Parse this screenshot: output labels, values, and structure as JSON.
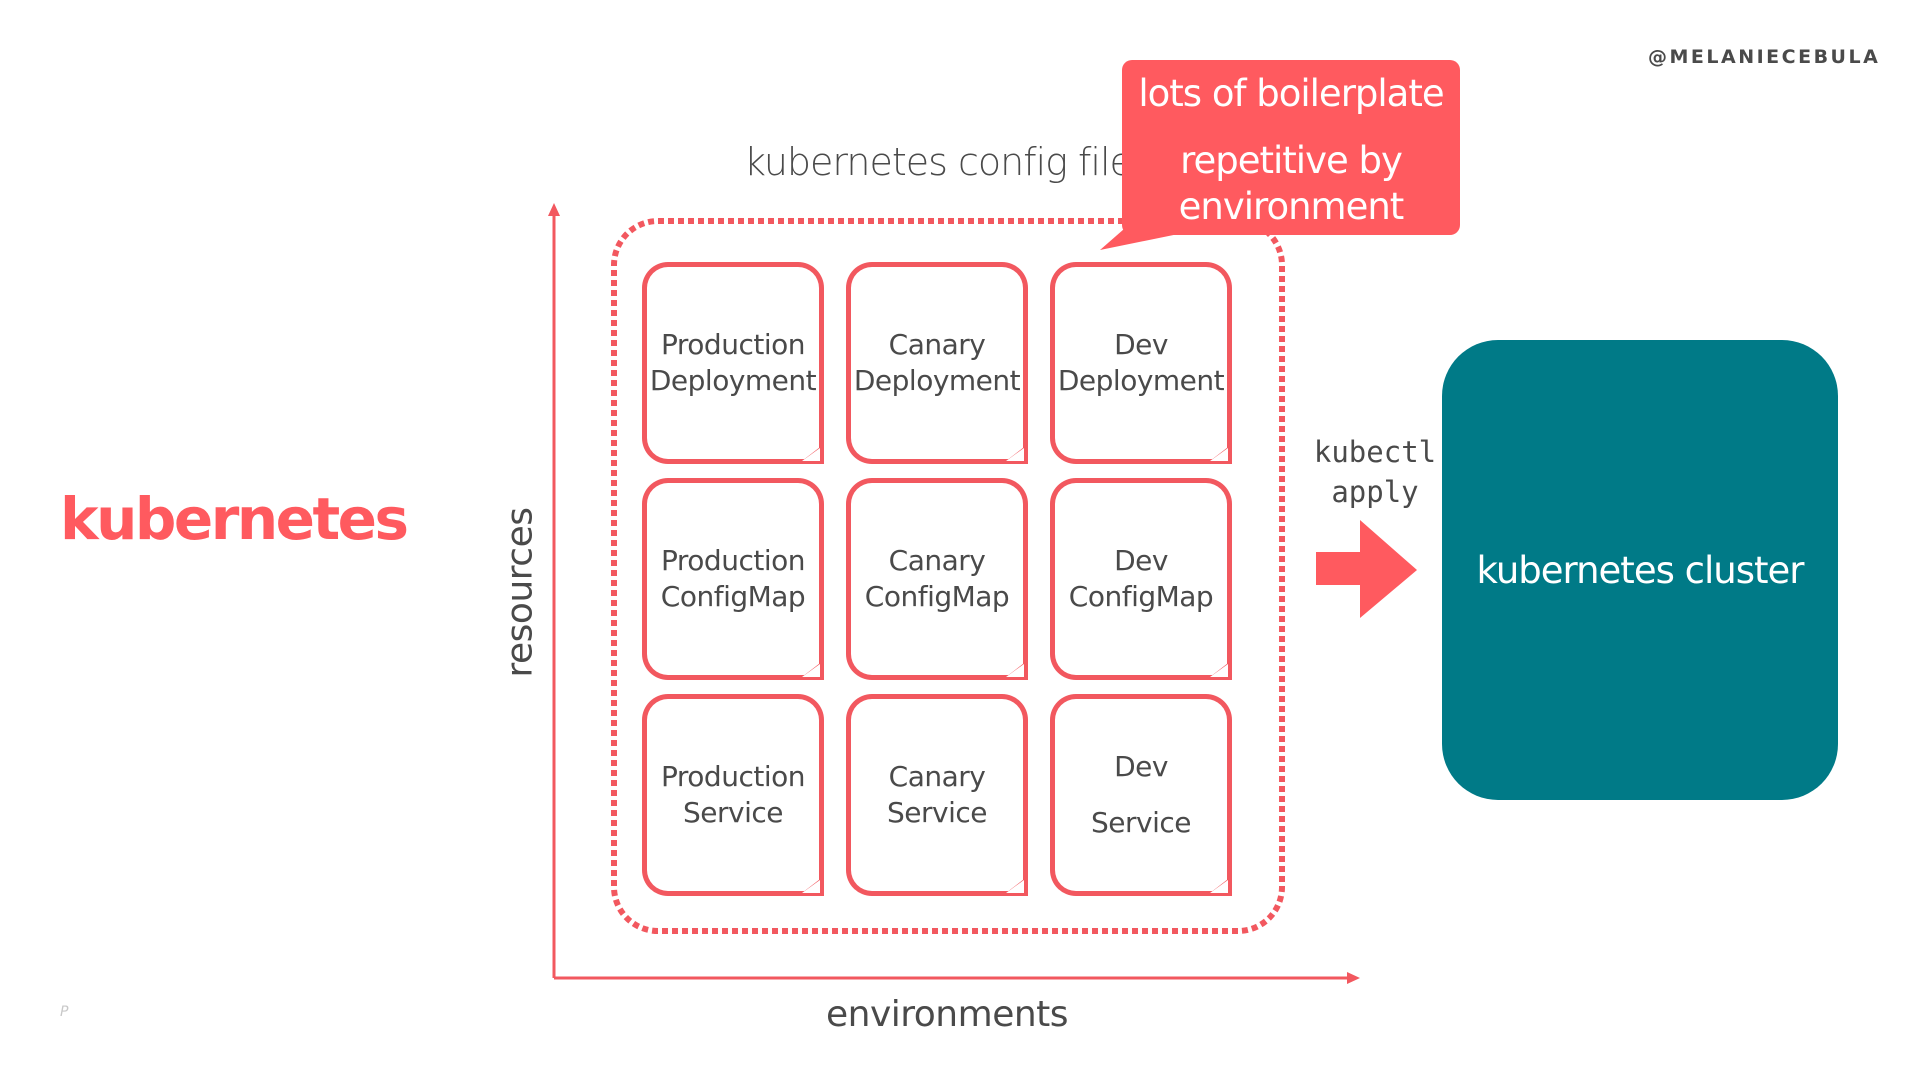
{
  "handle": "@MELANIECEBULA",
  "logo": "kubernetes",
  "page_mark": "P",
  "section_title": "kubernetes config files",
  "axes": {
    "y_label": "resources",
    "x_label": "environments"
  },
  "colors": {
    "accent": "#ff5a5f",
    "card_border": "#f2585f",
    "cluster": "#007a87",
    "text": "#4a4a4a"
  },
  "grid": {
    "environments": [
      "Production",
      "Canary",
      "Dev"
    ],
    "resources": [
      "Deployment",
      "ConfigMap",
      "Service"
    ],
    "cards": [
      [
        {
          "env": "Production",
          "resource": "Deployment"
        },
        {
          "env": "Canary",
          "resource": "Deployment"
        },
        {
          "env": "Dev",
          "resource": "Deployment"
        }
      ],
      [
        {
          "env": "Production",
          "resource": "ConfigMap"
        },
        {
          "env": "Canary",
          "resource": "ConfigMap"
        },
        {
          "env": "Dev",
          "resource": "ConfigMap"
        }
      ],
      [
        {
          "env": "Production",
          "resource": "Service"
        },
        {
          "env": "Canary",
          "resource": "Service"
        },
        {
          "env": "Dev",
          "resource": "Service"
        }
      ]
    ]
  },
  "callout": {
    "line1": "lots of boilerplate",
    "line2": "repetitive by environment"
  },
  "command": {
    "line1": "kubectl",
    "line2": "apply"
  },
  "cluster_label": "kubernetes cluster",
  "icons": {
    "arrow": "right-arrow-icon",
    "file": "file-corner-fold-icon"
  }
}
